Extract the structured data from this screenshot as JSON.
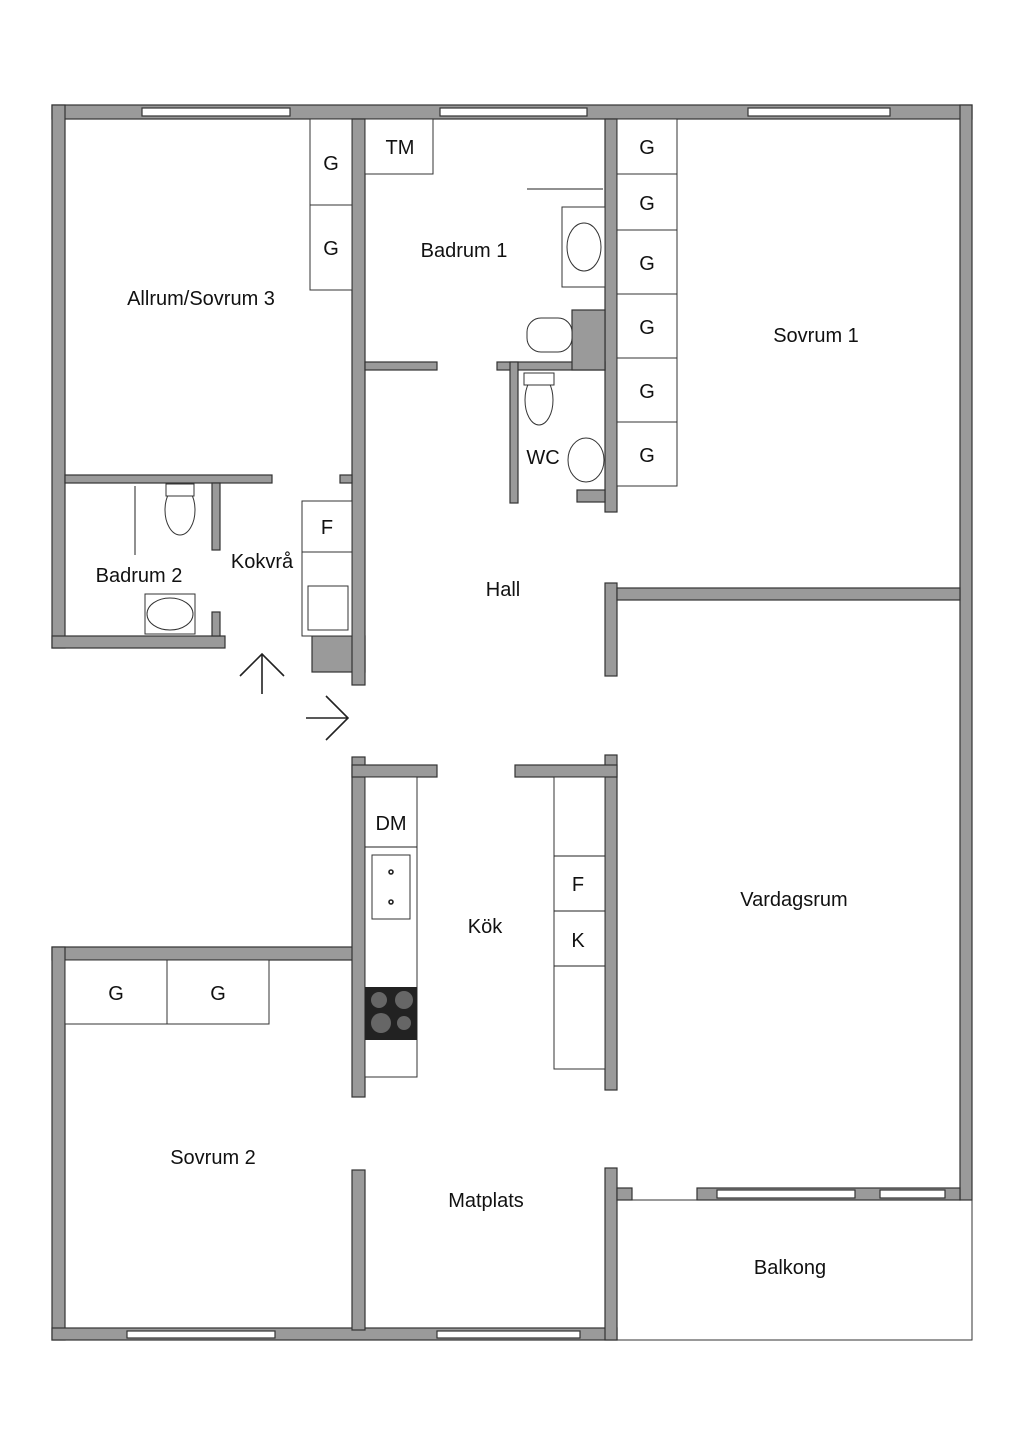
{
  "rooms": {
    "allrum": "Allrum/Sovrum 3",
    "badrum1": "Badrum 1",
    "sovrum1": "Sovrum 1",
    "wc": "WC",
    "badrum2": "Badrum 2",
    "kokvra": "Kokvrå",
    "hall": "Hall",
    "kok": "Kök",
    "vardagsrum": "Vardagsrum",
    "sovrum2": "Sovrum 2",
    "matplats": "Matplats",
    "balkong": "Balkong"
  },
  "fixtures": {
    "wardrobe": "G",
    "washer": "TM",
    "fridge": "F",
    "freezer": "K",
    "dishwasher": "DM"
  },
  "colors": {
    "wall": "#9a9a9a",
    "outline": "#333333"
  }
}
